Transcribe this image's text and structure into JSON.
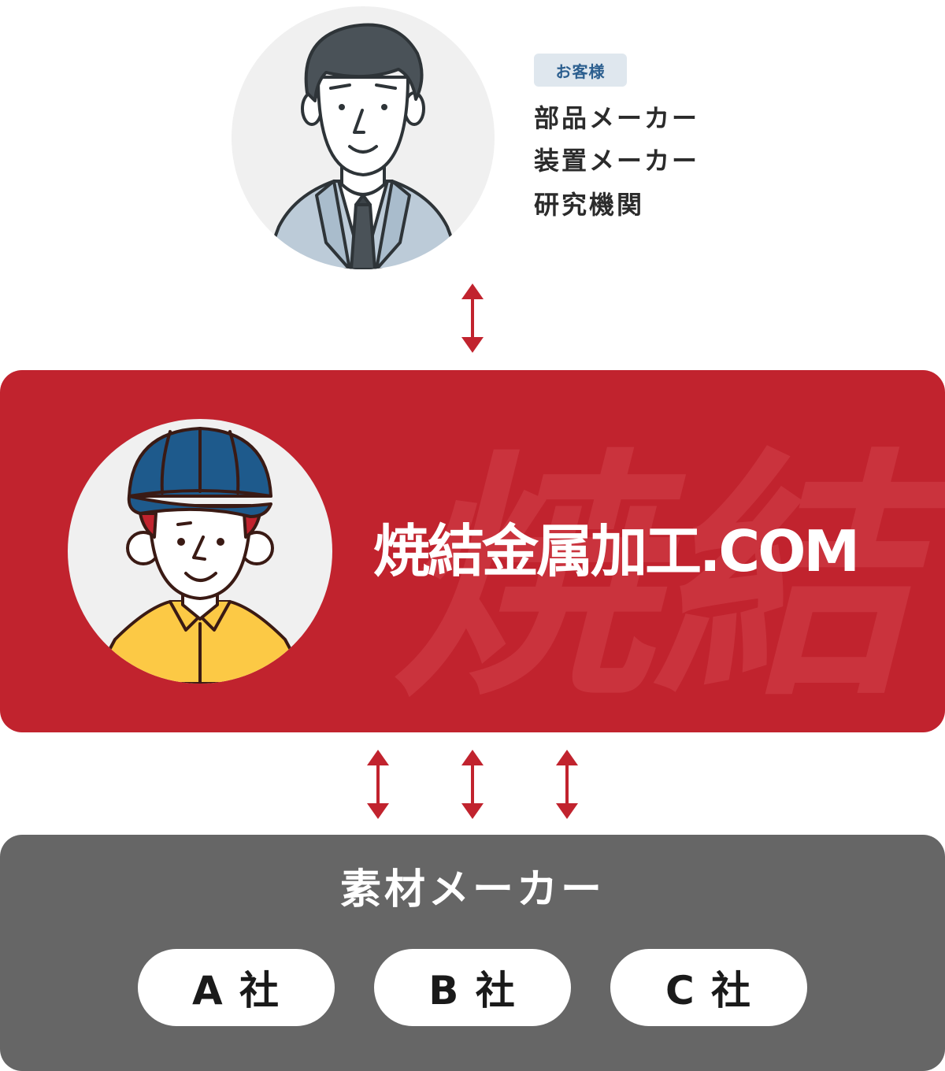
{
  "customer": {
    "badge": "お客様",
    "types": [
      "部品メーカー",
      "装置メーカー",
      "研究機関"
    ]
  },
  "company": {
    "name": "焼結金属加工.COM",
    "watermark": "焼結"
  },
  "suppliers": {
    "title": "素材メーカー",
    "companies": [
      "A 社",
      "B 社",
      "C 社"
    ]
  },
  "colors": {
    "accent_red": "#c1232e",
    "supplier_gray": "#666666",
    "arrow_red": "#c1232e"
  },
  "icons": {
    "customer": "businessman-avatar",
    "company": "worker-avatar",
    "arrows": "double-headed-vertical-arrow"
  }
}
